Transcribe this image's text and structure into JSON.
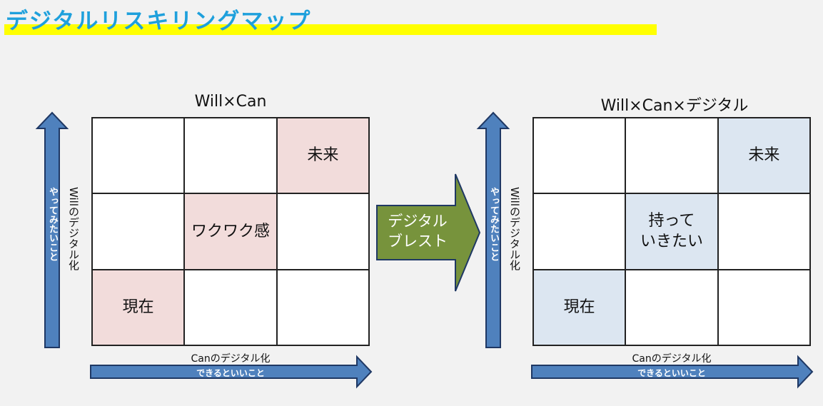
{
  "header": {
    "title": "デジタルリスキリングマップ"
  },
  "left_panel": {
    "title": "Will×Can",
    "y_axis_text": "やってみたいこと",
    "y_axis_label": "Willのデジタル化",
    "x_axis_label": "Canのデジタル化",
    "x_axis_text": "できるといいこと",
    "cells": {
      "top_right": "未来",
      "middle_center": "ワクワク感",
      "bottom_left": "現在"
    }
  },
  "center_arrow": {
    "line1": "デジタル",
    "line2": "ブレスト"
  },
  "right_panel": {
    "title": "Will×Can×デジタル",
    "y_axis_text": "やってみたいこと",
    "y_axis_label": "Willのデジタル化",
    "x_axis_label": "Canのデジタル化",
    "x_axis_text": "できるといいこと",
    "cells": {
      "top_right": "未来",
      "middle_center_line1": "持って",
      "middle_center_line2": "いきたい",
      "bottom_left": "現在"
    }
  },
  "colors": {
    "title_text": "#1ea0dc",
    "title_highlight": "#ffff00",
    "arrow_blue": "#4f81bd",
    "arrow_border": "#1f3864",
    "center_arrow_green": "#77933c",
    "cell_pink": "#f2dcdb",
    "cell_blue": "#dce6f1"
  }
}
